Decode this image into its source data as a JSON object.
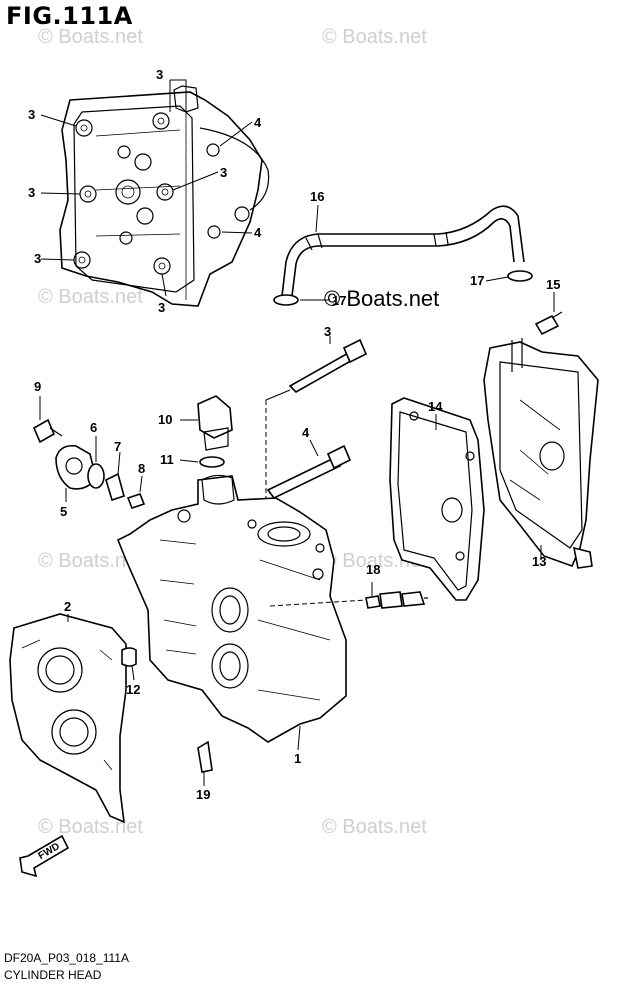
{
  "figure": {
    "title": "FIG.111A",
    "watermark_text": "© Boats.net",
    "fwd_label": "FWD"
  },
  "callouts": {
    "n3a": "3",
    "n3b": "3",
    "n3c": "3",
    "n3d": "3",
    "n3e": "3",
    "n3f": "3",
    "n3g": "3",
    "n4a": "4",
    "n4b": "4",
    "n4c": "4",
    "n1": "1",
    "n2": "2",
    "n5": "5",
    "n6": "6",
    "n7": "7",
    "n8": "8",
    "n9": "9",
    "n10": "10",
    "n11": "11",
    "n12": "12",
    "n13": "13",
    "n14": "14",
    "n15": "15",
    "n16": "16",
    "n17": "17",
    "n18": "18",
    "n19": "19"
  },
  "footer": {
    "code": "DF20A_P03_018_111A",
    "name": "CYLINDER HEAD"
  }
}
